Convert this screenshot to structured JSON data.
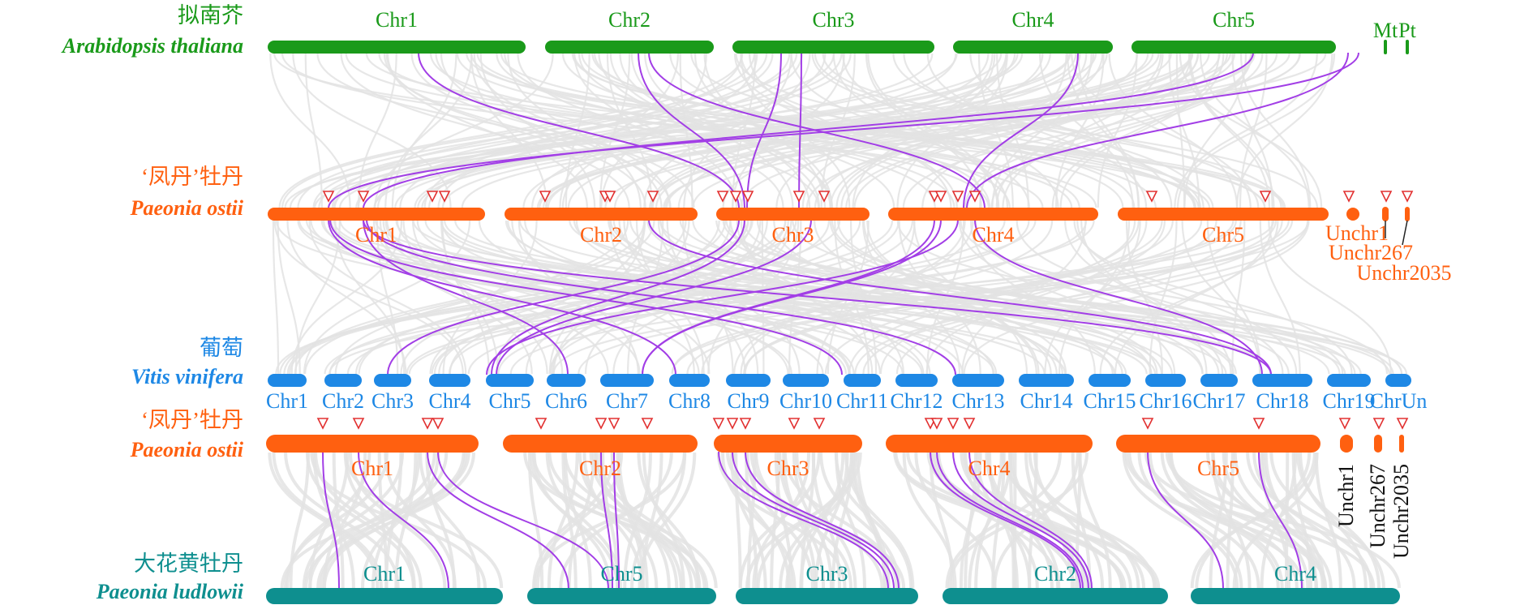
{
  "colors": {
    "arabidopsis": "#1a9a1a",
    "paeonia_ostii": "#ff6010",
    "vitis": "#1e88e5",
    "paeonia_ludlowii": "#0e8f8f",
    "highlight_link": "#a23ee6",
    "background_link": "#e3e3e3",
    "marker": "#e23030",
    "unchr_vertical_label": "#111111"
  },
  "tracks": [
    {
      "id": "arabidopsis",
      "zh": "拟南芥",
      "latin": "Arabidopsis thaliana",
      "chromosomes": [
        {
          "name": "Chr1",
          "start": 330,
          "end": 648
        },
        {
          "name": "Chr2",
          "start": 672,
          "end": 880
        },
        {
          "name": "Chr3",
          "start": 903,
          "end": 1152
        },
        {
          "name": "Chr4",
          "start": 1175,
          "end": 1372
        },
        {
          "name": "Chr5",
          "start": 1395,
          "end": 1647
        },
        {
          "name": "Mt",
          "start": 1706,
          "end": 1710
        },
        {
          "name": "Pt",
          "start": 1733,
          "end": 1737
        }
      ]
    },
    {
      "id": "ostii_top",
      "zh": "‘凤丹’牡丹",
      "latin": "Paeonia ostii",
      "chromosomes": [
        {
          "name": "Chr1",
          "start": 330,
          "end": 598
        },
        {
          "name": "Chr2",
          "start": 622,
          "end": 860
        },
        {
          "name": "Chr3",
          "start": 883,
          "end": 1072
        },
        {
          "name": "Chr4",
          "start": 1095,
          "end": 1354
        },
        {
          "name": "Chr5",
          "start": 1378,
          "end": 1638
        },
        {
          "name": "Unchr1",
          "start": 1660,
          "end": 1676
        },
        {
          "name": "Unchr267",
          "start": 1704,
          "end": 1712
        },
        {
          "name": "Unchr2035",
          "start": 1732,
          "end": 1738
        }
      ],
      "markers": [
        405,
        448,
        533,
        548,
        672,
        746,
        752,
        805,
        891,
        907,
        922,
        985,
        1016,
        1152,
        1160,
        1181,
        1202,
        1420,
        1560,
        1663,
        1709,
        1735
      ]
    },
    {
      "id": "vitis",
      "zh": "葡萄",
      "latin": "Vitis vinifera",
      "chromosomes": [
        {
          "name": "Chr1",
          "start": 330,
          "end": 378
        },
        {
          "name": "Chr2",
          "start": 400,
          "end": 446
        },
        {
          "name": "Chr3",
          "start": 461,
          "end": 507
        },
        {
          "name": "Chr4",
          "start": 529,
          "end": 580
        },
        {
          "name": "Chr5",
          "start": 599,
          "end": 658
        },
        {
          "name": "Chr6",
          "start": 674,
          "end": 722
        },
        {
          "name": "Chr7",
          "start": 740,
          "end": 806
        },
        {
          "name": "Chr8",
          "start": 825,
          "end": 875
        },
        {
          "name": "Chr9",
          "start": 895,
          "end": 950
        },
        {
          "name": "Chr10",
          "start": 965,
          "end": 1022
        },
        {
          "name": "Chr11",
          "start": 1040,
          "end": 1086
        },
        {
          "name": "Chr12",
          "start": 1104,
          "end": 1156
        },
        {
          "name": "Chr13",
          "start": 1174,
          "end": 1238
        },
        {
          "name": "Chr14",
          "start": 1256,
          "end": 1324
        },
        {
          "name": "Chr15",
          "start": 1342,
          "end": 1394
        },
        {
          "name": "Chr16",
          "start": 1412,
          "end": 1462
        },
        {
          "name": "Chr17",
          "start": 1480,
          "end": 1526
        },
        {
          "name": "Chr18",
          "start": 1544,
          "end": 1618
        },
        {
          "name": "Chr19",
          "start": 1636,
          "end": 1690
        },
        {
          "name": "ChrUn",
          "start": 1708,
          "end": 1740
        }
      ]
    },
    {
      "id": "ostii_bottom",
      "zh": "‘凤丹’牡丹",
      "latin": "Paeonia ostii",
      "chromosomes": [
        {
          "name": "Chr1",
          "start": 328,
          "end": 590
        },
        {
          "name": "Chr2",
          "start": 620,
          "end": 860
        },
        {
          "name": "Chr3",
          "start": 880,
          "end": 1063
        },
        {
          "name": "Chr4",
          "start": 1092,
          "end": 1347
        },
        {
          "name": "Chr5",
          "start": 1376,
          "end": 1628
        },
        {
          "name": "Unchr1",
          "start": 1652,
          "end": 1668
        },
        {
          "name": "Unchr267",
          "start": 1694,
          "end": 1704
        },
        {
          "name": "Unchr2035",
          "start": 1725,
          "end": 1731
        }
      ],
      "markers": [
        398,
        442,
        527,
        540,
        667,
        741,
        757,
        798,
        886,
        903,
        919,
        979,
        1010,
        1147,
        1155,
        1175,
        1195,
        1415,
        1552,
        1658,
        1700,
        1729
      ]
    },
    {
      "id": "ludlowii",
      "zh": "大花黄牡丹",
      "latin": "Paeonia ludlowii",
      "chromosomes": [
        {
          "name": "Chr1",
          "start": 328,
          "end": 620
        },
        {
          "name": "Chr5",
          "start": 650,
          "end": 883
        },
        {
          "name": "Chr3",
          "start": 907,
          "end": 1132
        },
        {
          "name": "Chr2",
          "start": 1162,
          "end": 1440
        },
        {
          "name": "Chr4",
          "start": 1468,
          "end": 1726
        }
      ]
    }
  ],
  "links": [
    {
      "from": "arabidopsis",
      "to": "ostii_top",
      "pairs": [
        [
          516,
          911
        ],
        [
          787,
          918
        ],
        [
          800,
          1214
        ],
        [
          963,
          921
        ],
        [
          988,
          985
        ],
        [
          1329,
          1188
        ],
        [
          1675,
          405
        ],
        [
          1545,
          448
        ],
        [
          1662,
          1192
        ]
      ]
    },
    {
      "from": "ostii_top",
      "to": "vitis",
      "pairs": [
        [
          405,
          833
        ],
        [
          448,
          700
        ],
        [
          448,
          1567
        ],
        [
          452,
          1178
        ],
        [
          407,
          1038
        ],
        [
          911,
          478
        ],
        [
          918,
          606
        ],
        [
          1000,
          612
        ],
        [
          800,
          1567
        ],
        [
          1152,
          792
        ],
        [
          1160,
          792
        ],
        [
          1181,
          600
        ],
        [
          1202,
          1556
        ]
      ]
    },
    {
      "from": "ostii_bottom",
      "to": "ludlowii",
      "pairs": [
        [
          398,
          418
        ],
        [
          442,
          553
        ],
        [
          527,
          701
        ],
        [
          540,
          750
        ],
        [
          741,
          755
        ],
        [
          757,
          763
        ],
        [
          886,
          1095
        ],
        [
          903,
          1102
        ],
        [
          919,
          1108
        ],
        [
          1147,
          1332
        ],
        [
          1155,
          1335
        ],
        [
          1175,
          1342
        ],
        [
          1195,
          1346
        ],
        [
          1415,
          1508
        ],
        [
          1552,
          1605
        ]
      ]
    }
  ]
}
